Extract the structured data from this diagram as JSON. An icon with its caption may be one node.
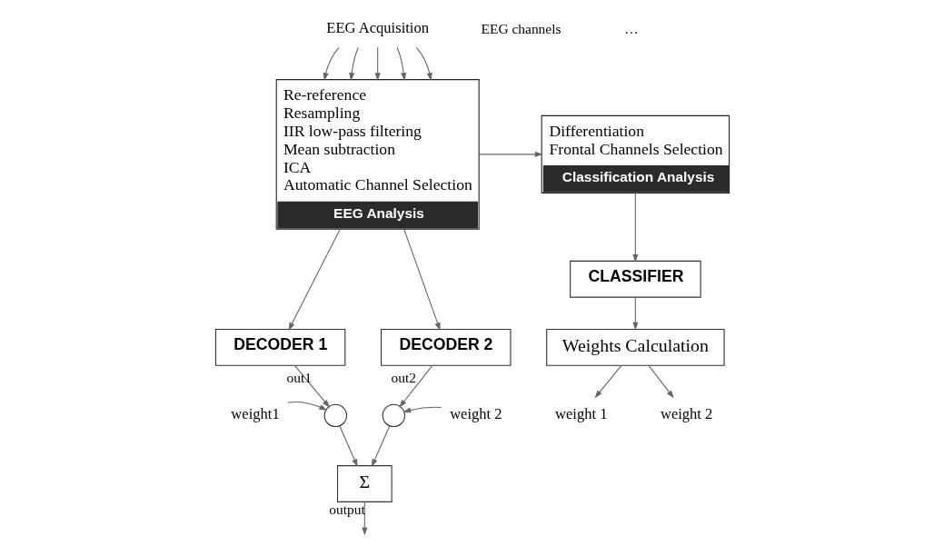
{
  "diagram": {
    "nodes": [
      {
        "text": [
          "EEG Acquisition"
        ]
      },
      {
        "text": [
          "Re-reference",
          "Resampling",
          "IIR low-pass filtering",
          "Mean subtraction",
          "ICA",
          "Automatic Channel Selection",
          "EEG Analysis"
        ]
      },
      {
        "text": [
          "Differentiation",
          "Frontal Channels Selection",
          "Classification Analysis"
        ]
      },
      {
        "text": [
          "CLASSIFIER"
        ]
      },
      {
        "text": [
          "Weights Calculation"
        ]
      },
      {
        "text": [
          "weight 1"
        ]
      },
      {
        "text": [
          "weight 2"
        ]
      },
      {
        "text": [
          "DECODER 1"
        ]
      },
      {
        "text": [
          "DECODER 2"
        ]
      },
      {
        "text": [],
        "shape": "circle"
      },
      {
        "text": [],
        "shape": "circle"
      },
      {
        "text": [
          "weight1"
        ]
      },
      {
        "text": [
          "weight 2"
        ]
      },
      {
        "text": [
          "Σ"
        ]
      }
    ],
    "edges": [
      {
        "from": 0,
        "to": 1,
        "arrow": "to"
      },
      {
        "from": 0,
        "to": 1,
        "arrow": "to"
      },
      {
        "from": 0,
        "to": 1,
        "arrow": "to"
      },
      {
        "from": 0,
        "to": 1,
        "arrow": "to"
      },
      {
        "from": 0,
        "to": 1,
        "arrow": "to"
      },
      {
        "from": 1,
        "to": 2,
        "arrow": "to"
      },
      {
        "from": 1,
        "to": 7,
        "arrow": "to"
      },
      {
        "from": 1,
        "to": 8,
        "arrow": "to"
      },
      {
        "from": 2,
        "to": 3,
        "arrow": "to"
      },
      {
        "from": 3,
        "to": 4,
        "arrow": "to"
      },
      {
        "from": 4,
        "to": 5,
        "arrow": "to"
      },
      {
        "from": 4,
        "to": 6,
        "arrow": "to"
      },
      {
        "from": 7,
        "to": 9,
        "arrow": "to",
        "label": "out1"
      },
      {
        "from": 8,
        "to": 10,
        "arrow": "to",
        "label": "out2"
      },
      {
        "from": 11,
        "to": 9,
        "arrow": "to"
      },
      {
        "from": 12,
        "to": 10,
        "arrow": "to"
      },
      {
        "from": 9,
        "to": 13,
        "arrow": "to"
      },
      {
        "from": 10,
        "to": 13,
        "arrow": "to"
      },
      {
        "from": 13,
        "to": null,
        "arrow": "to",
        "label": "output"
      }
    ],
    "labels": [
      "EEG channels",
      "…"
    ]
  }
}
